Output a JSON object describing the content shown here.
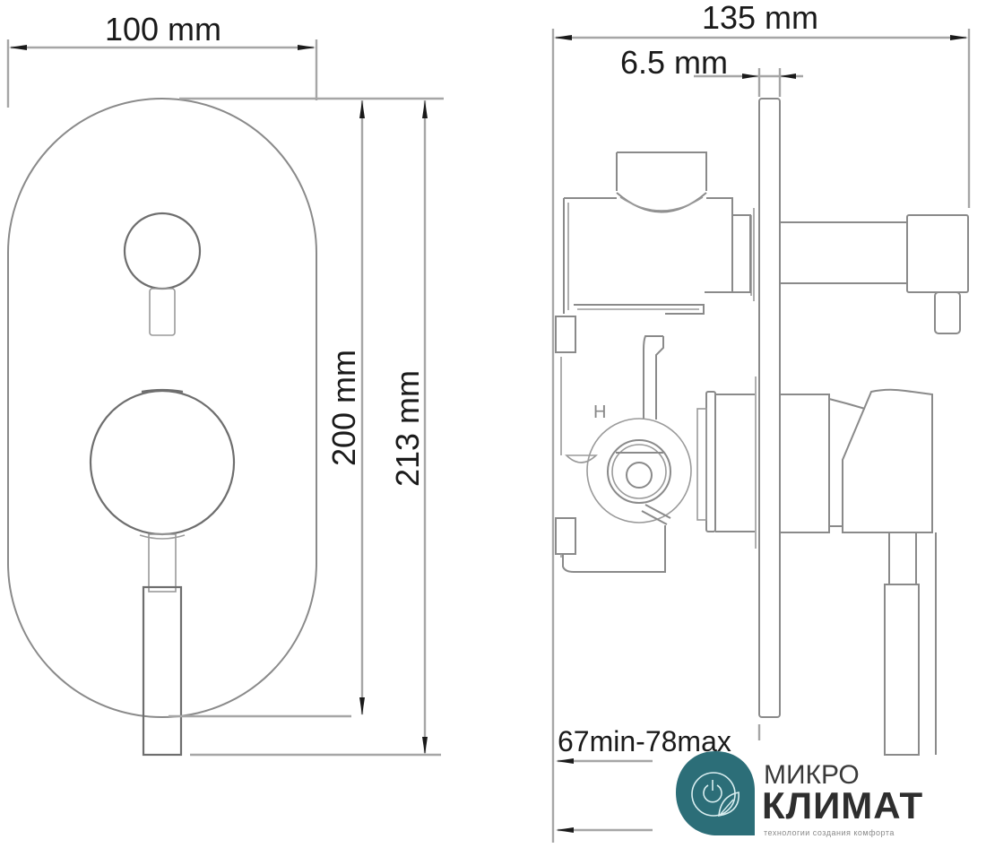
{
  "drawing": {
    "type": "technical dimension drawing",
    "subject": "concealed shower mixer with diverter",
    "front_view": {
      "width_label": "100 mm",
      "plate_height_label": "200 mm",
      "overall_height_label": "213 mm"
    },
    "side_view": {
      "depth_label": "135 mm",
      "plate_thickness_label": "6.5 mm",
      "install_depth_label": "67min-78max",
      "valve_marking": "H"
    }
  },
  "watermark": {
    "line1": "МИКРО",
    "line2": "КЛИМАТ",
    "tagline": "технологии создания комфорта",
    "brand_color": "#2c6e78"
  }
}
